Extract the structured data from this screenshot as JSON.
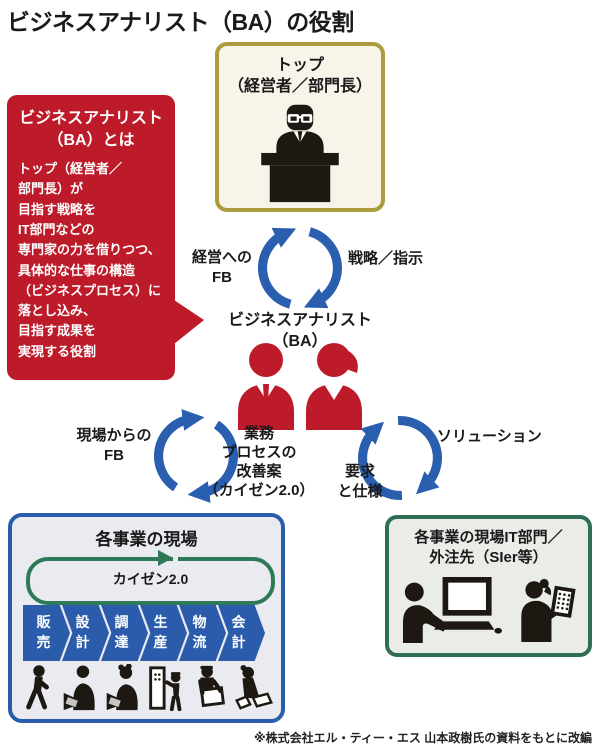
{
  "page": {
    "title": "ビジネスアナリスト（BA）の役割",
    "footnote": "※株式会社エル・ティー・エス 山本政樹氏の資料をもとに改編"
  },
  "colors": {
    "red": "#bd1b2a",
    "arrow_blue": "#2a5fb0",
    "box_blue": "#2a5cab",
    "gold": "#ac9c3e",
    "green": "#2e7a58",
    "it_green": "#2f6e55",
    "cream_bg": "#f8f4ea",
    "field_bg": "#e9ebf1",
    "it_bg": "#eaece8"
  },
  "top_box": {
    "title": "トップ\n（経営者／部門長）"
  },
  "ba_bubble": {
    "title": "ビジネスアナリスト\n（BA）とは",
    "body": "トップ（経営者／\n部門長）が\n目指す戦略を\nIT部門などの\n専門家の力を借りつつ、\n具体的な仕事の構造\n（ビジネスプロセス）に\n落とし込み、\n目指す成果を\n実現する役割"
  },
  "ba_node": {
    "label": "ビジネスアナリスト\n（BA）"
  },
  "flows": {
    "top": {
      "left_label": "経営への\nFB",
      "right_label": "戦略／指示"
    },
    "left": {
      "left_label": "現場からの\nFB",
      "right_label": "業務\nプロセスの\n改善案\n（カイゼン2.0）"
    },
    "right": {
      "left_label": "要求\nと仕様",
      "right_label": "ソリューション"
    }
  },
  "field_box": {
    "title": "各事業の現場",
    "loop_label": "カイゼン2.0",
    "process_steps": [
      "販売",
      "設計",
      "調達",
      "生産",
      "物流",
      "会計"
    ]
  },
  "it_box": {
    "title": "各事業の現場IT部門／\n外注先（SIer等）"
  },
  "icons": {
    "executive": "executive-at-desk-icon",
    "ba_pair": "business-analysts-icon",
    "cycle": "cycle-arrows-icon",
    "workers": [
      "walking-salesperson-icon",
      "designer-laptop-icon",
      "procurement-laptop-icon",
      "production-machine-icon",
      "logistics-box-worker-icon",
      "accounting-reader-icon"
    ],
    "it": [
      "engineer-computer-icon",
      "engineer-tablet-icon"
    ]
  }
}
